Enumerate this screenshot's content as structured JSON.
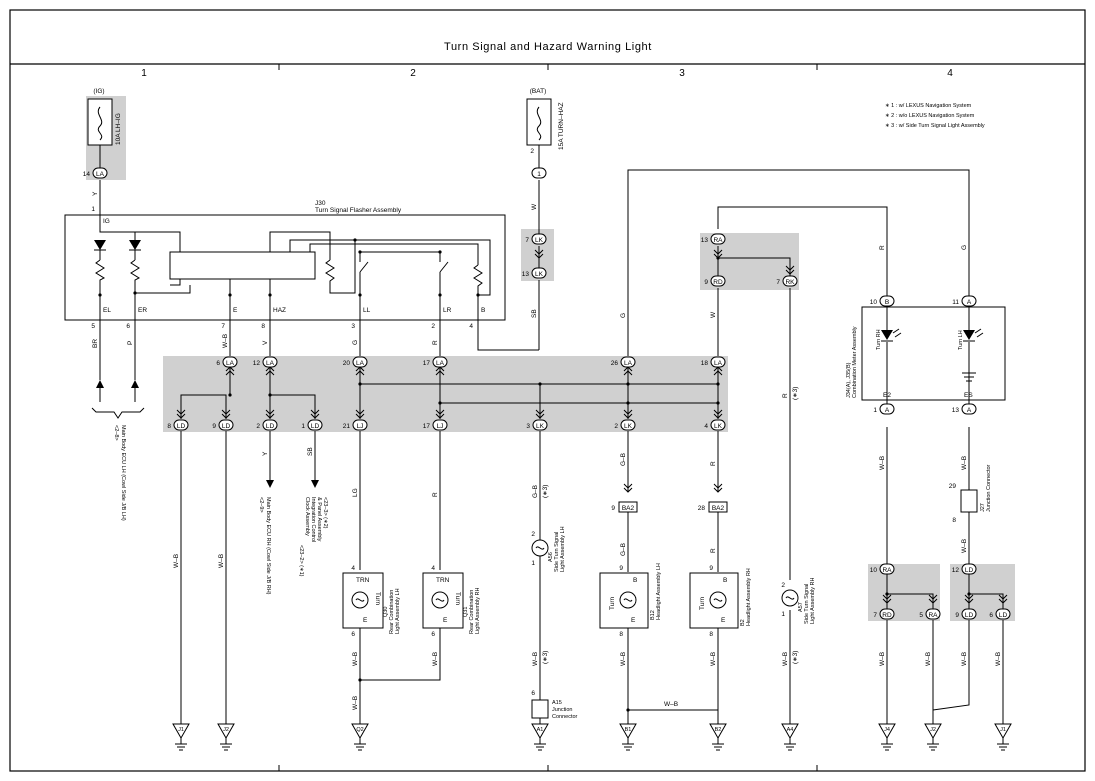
{
  "title": "Turn Signal and Hazard Warning Light",
  "columns": [
    "1",
    "2",
    "3",
    "4"
  ],
  "notes": [
    "∗ 1 : w/ LEXUS Navigation System",
    "∗ 2 : w/o LEXUS Navigation System",
    "∗ 3 : w/ Side Turn Signal Light Assembly"
  ],
  "fuses": [
    {
      "source": "(IG)",
      "name": "10A LH–IG",
      "pin": "14",
      "connector": "LA"
    },
    {
      "source": "(BAT)",
      "name": "15A TURN–HAZ",
      "pin": "2",
      "connector": "1"
    }
  ],
  "flasher": {
    "id": "J30",
    "name": "Turn Signal Flasher Assembly",
    "in_pin": "1",
    "in_label": "IG",
    "terminals": [
      {
        "label": "EL",
        "pin": "5",
        "wire": "BR"
      },
      {
        "label": "ER",
        "pin": "6",
        "wire": "P"
      },
      {
        "label": "E",
        "pin": "7",
        "wire": "W–B"
      },
      {
        "label": "HAZ",
        "pin": "8",
        "wire": "V"
      },
      {
        "label": "LL",
        "pin": "3",
        "wire": "G"
      },
      {
        "label": "LR",
        "pin": "2",
        "wire": "R"
      },
      {
        "label": "B",
        "pin": "4",
        "wire": ""
      }
    ]
  },
  "junction_block": {
    "top_pins": [
      {
        "pin": "6",
        "conn": "LA"
      },
      {
        "pin": "12",
        "conn": "LA"
      },
      {
        "pin": "20",
        "conn": "LA"
      },
      {
        "pin": "17",
        "conn": "LA"
      },
      {
        "pin": "26",
        "conn": "LA"
      },
      {
        "pin": "18",
        "conn": "LA"
      }
    ],
    "bottom_pins": [
      {
        "pin": "8",
        "conn": "LD"
      },
      {
        "pin": "9",
        "conn": "LD"
      },
      {
        "pin": "2",
        "conn": "LD"
      },
      {
        "pin": "1",
        "conn": "LD"
      },
      {
        "pin": "21",
        "conn": "LJ"
      },
      {
        "pin": "17",
        "conn": "LJ"
      },
      {
        "pin": "3",
        "conn": "LK"
      },
      {
        "pin": "2",
        "conn": "LK"
      },
      {
        "pin": "4",
        "conn": "LK"
      }
    ]
  },
  "wires": {
    "y": "Y",
    "w": "W",
    "sb": "SB",
    "g": "G",
    "r": "R",
    "wb": "W–B",
    "lg": "LG",
    "gb": "G–B",
    "star3": "(∗3)",
    "star3b": "(∗3)"
  },
  "lk_pins": {
    "top": "7",
    "bottom": "13",
    "conn": "LK"
  },
  "ra_block": {
    "in_pin": "13",
    "in_conn": "RA",
    "out1_pin": "9",
    "out1_conn": "RD",
    "out2_pin": "7",
    "out2_conn": "RK"
  },
  "ecu_labels": {
    "left": "Main Body ECU LH (Cowl Side J/B LH)",
    "left_ref": "<2–8>",
    "mid": "Main Body ECU RH (Cowl Side J/B RH)",
    "mid_ref": "<2–9>",
    "clock1": "Clock Assembly",
    "clock1_ref": "<23–2> (∗1)",
    "clock2": "Integration Control",
    "clock3": "& Panel Assembly",
    "clock3_ref": "<23–3> (∗2)"
  },
  "lamps": [
    {
      "id": "Q30",
      "name": "Rear Combination",
      "name2": "Light Assembly LH",
      "term": "TRN",
      "inner": "Turn",
      "pin_in": "4",
      "pin_out": "6",
      "label_e": "E"
    },
    {
      "id": "Q31",
      "name": "Rear Combination",
      "name2": "Light Assembly RH",
      "term": "TRN",
      "inner": "Turn",
      "pin_in": "4",
      "pin_out": "6",
      "label_e": "E"
    },
    {
      "id": "A56",
      "name": "Side Turn Signal",
      "name2": "Light Assembly LH",
      "pin_in": "2",
      "pin_out": "1"
    },
    {
      "id": "B12",
      "name": "Headlight Assembly LH",
      "term": "B",
      "inner": "Turn",
      "pin_in": "9",
      "pin_out": "8",
      "label_e": "E"
    },
    {
      "id": "B2",
      "name": "Headlight Assembly RH",
      "term": "B",
      "inner": "Turn",
      "pin_in": "9",
      "pin_out": "8",
      "label_e": "E"
    },
    {
      "id": "A57",
      "name": "Side Turn Signal",
      "name2": "Light Assembly RH",
      "pin_in": "2",
      "pin_out": "1"
    }
  ],
  "ba2": [
    {
      "pin": "9",
      "conn": "BA2"
    },
    {
      "pin": "28",
      "conn": "BA2"
    }
  ],
  "meter": {
    "id": "J34(A), J35(B)",
    "name": "Combination Meter Assembly",
    "pins_top": [
      {
        "pin": "10",
        "conn": "B"
      },
      {
        "pin": "11",
        "conn": "A"
      }
    ],
    "turn_rh": "Turn RH",
    "turn_lh": "Turn LH",
    "e2": "E2",
    "es": "ES",
    "pins_bottom": [
      {
        "pin": "1",
        "conn": "A"
      },
      {
        "pin": "13",
        "conn": "A"
      }
    ]
  },
  "j27": {
    "id": "J27",
    "name": "Junction Connector",
    "pin_top": "29",
    "pin_bot": "8"
  },
  "a15": {
    "id": "A15",
    "name1": "Junction",
    "name2": "Connector",
    "pin": "6"
  },
  "bottom_jbs": [
    {
      "top": {
        "pin": "10",
        "conn": "RA"
      },
      "bl": {
        "pin": "7",
        "conn": "RD"
      },
      "br": {
        "pin": "5",
        "conn": "RA"
      }
    },
    {
      "top": {
        "pin": "12",
        "conn": "LD"
      },
      "bl": {
        "pin": "9",
        "conn": "LD"
      },
      "br": {
        "pin": "6",
        "conn": "LD"
      }
    }
  ],
  "grounds": [
    "J1",
    "J2",
    "Q2",
    "A1",
    "B1",
    "B2",
    "A4",
    "J4",
    "J2",
    "J1"
  ]
}
